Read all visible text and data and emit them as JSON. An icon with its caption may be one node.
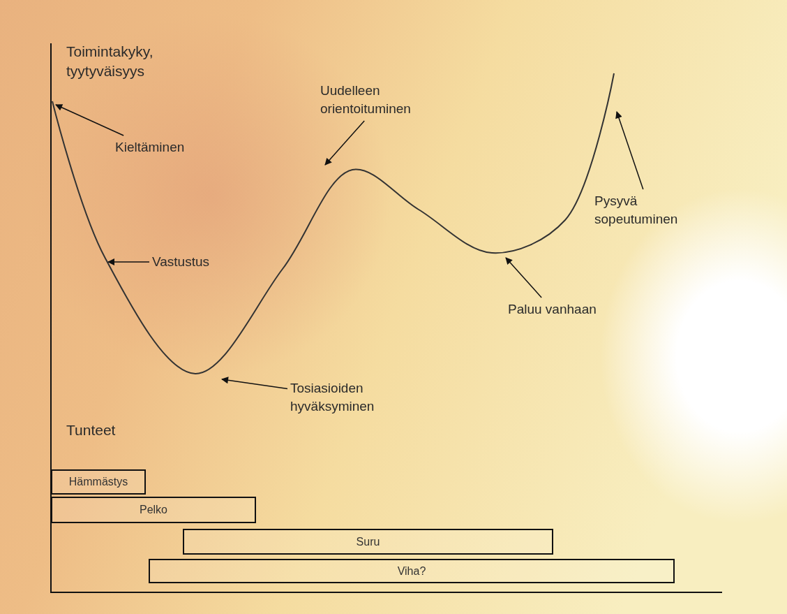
{
  "diagram": {
    "nodes": [
      {
        "text": [
          "Uudelleen orientoituminen"
        ]
      },
      {
        "text": [
          "Kieltäminen"
        ]
      },
      {
        "text": [
          "Pysyvä sopeutuminen"
        ]
      },
      {
        "text": [
          "Vastustus"
        ]
      },
      {
        "text": [
          "Paluu vanhaan"
        ]
      },
      {
        "text": [
          "Tosiasioiden hyväksyminen"
        ]
      },
      {
        "text": [
          "Hämmästys"
        ]
      },
      {
        "text": [
          "Pelko"
        ]
      },
      {
        "text": [
          "Suru"
        ]
      },
      {
        "text": [
          "Viha?"
        ]
      }
    ],
    "edges": [
      {
        "from": 0,
        "to": null,
        "arrow": "to"
      },
      {
        "from": 1,
        "to": null,
        "arrow": "to"
      },
      {
        "from": 2,
        "to": null,
        "arrow": "to"
      },
      {
        "from": 3,
        "to": null,
        "arrow": "to"
      },
      {
        "from": 4,
        "to": null,
        "arrow": "to"
      },
      {
        "from": 5,
        "to": null,
        "arrow": "to"
      }
    ],
    "labels": [
      "Toimintakyky, tyytyväisyys",
      "Tunteet"
    ]
  }
}
